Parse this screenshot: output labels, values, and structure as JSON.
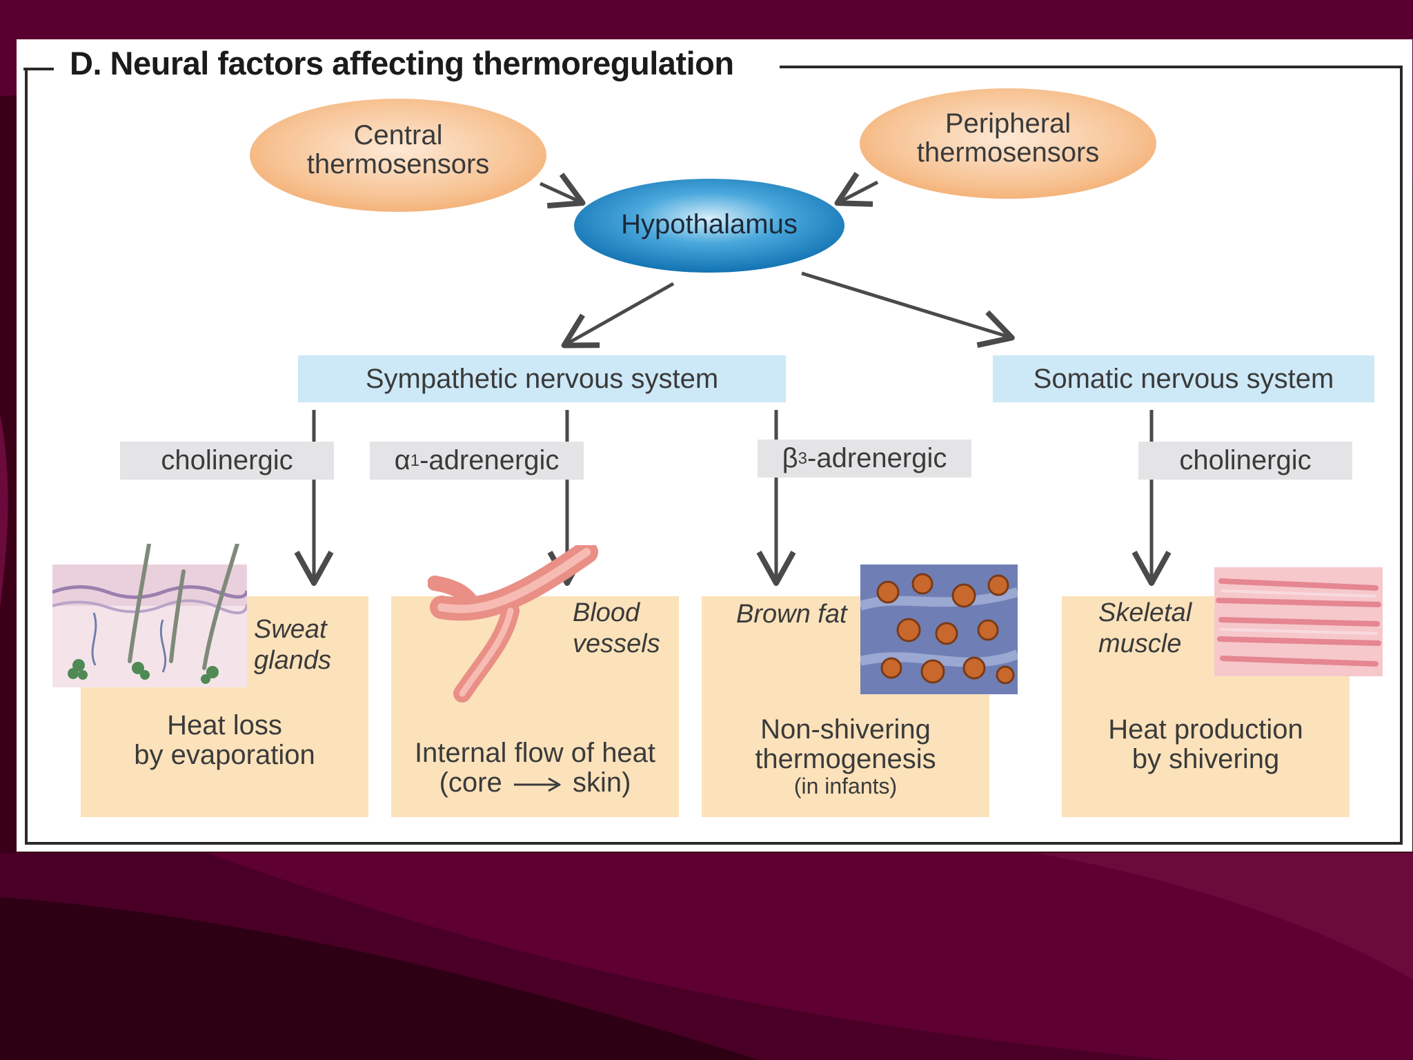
{
  "title": "D. Neural factors affecting thermoregulation",
  "sensors": {
    "central": [
      "Central",
      "thermosensors"
    ],
    "peripheral": [
      "Peripheral",
      "thermosensors"
    ]
  },
  "center": "Hypothalamus",
  "systems": {
    "sympathetic": "Sympathetic nervous system",
    "somatic": "Somatic nervous system"
  },
  "receptors": {
    "cholinergic_1": "cholinergic",
    "alpha_greek": "α",
    "alpha_sub": "1",
    "alpha_rest": "-adrenergic",
    "beta_greek": "β",
    "beta_sub": "3",
    "beta_rest": "-adrenergic",
    "cholinergic_2": "cholinergic"
  },
  "targets": {
    "sweat": [
      "Sweat",
      "glands"
    ],
    "blood": [
      "Blood",
      "vessels"
    ],
    "brown_fat": "Brown fat",
    "skeletal": [
      "Skeletal",
      "muscle"
    ]
  },
  "effects": {
    "evaporation": [
      "Heat loss",
      "by evaporation"
    ],
    "internal_flow": [
      "Internal flow of heat",
      "(core",
      "skin)"
    ],
    "nonshivering": [
      "Non-shivering",
      "thermogenesis",
      "(in infants)"
    ],
    "shivering": [
      "Heat production",
      "by shivering"
    ]
  },
  "colors": {
    "background": "#5a0030",
    "sensor_oval": "#f7c08f",
    "hypothalamus": "#1b86c4",
    "system_box": "#cde8f6",
    "receptor_box": "#e4e4e6",
    "effect_box": "#fbe2bb",
    "arrow": "#4a4a4a"
  }
}
